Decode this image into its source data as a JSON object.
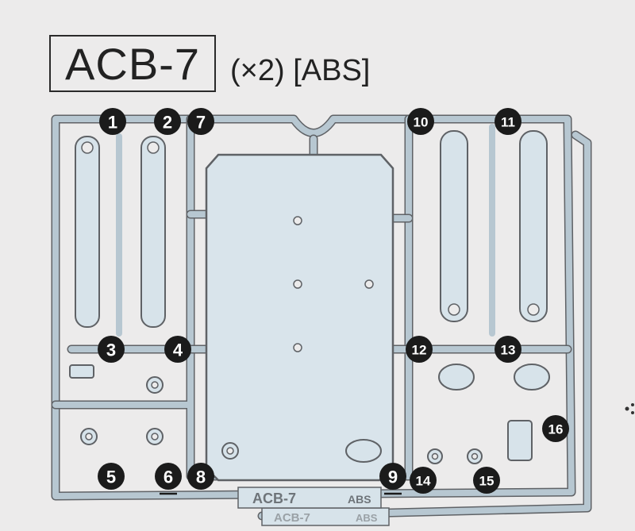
{
  "title": {
    "code": "ACB-7",
    "extra": "(×2) [ABS]"
  },
  "sprue": {
    "tab_code": "ACB-7",
    "tab_material": "ABS",
    "behind_tab_code": "ACB-7",
    "behind_tab_material": "ABS"
  },
  "parts": [
    {
      "num": "1"
    },
    {
      "num": "2"
    },
    {
      "num": "7"
    },
    {
      "num": "10"
    },
    {
      "num": "11"
    },
    {
      "num": "3"
    },
    {
      "num": "4"
    },
    {
      "num": "12"
    },
    {
      "num": "13"
    },
    {
      "num": "16"
    },
    {
      "num": "5"
    },
    {
      "num": "6",
      "underline": true
    },
    {
      "num": "8"
    },
    {
      "num": "9",
      "underline": true
    },
    {
      "num": "14"
    },
    {
      "num": "15"
    }
  ],
  "colors": {
    "plastic": "#d7e3ea",
    "outline": "#5f6266",
    "badge": "#1b1b1b",
    "background": "#ecebeb"
  }
}
